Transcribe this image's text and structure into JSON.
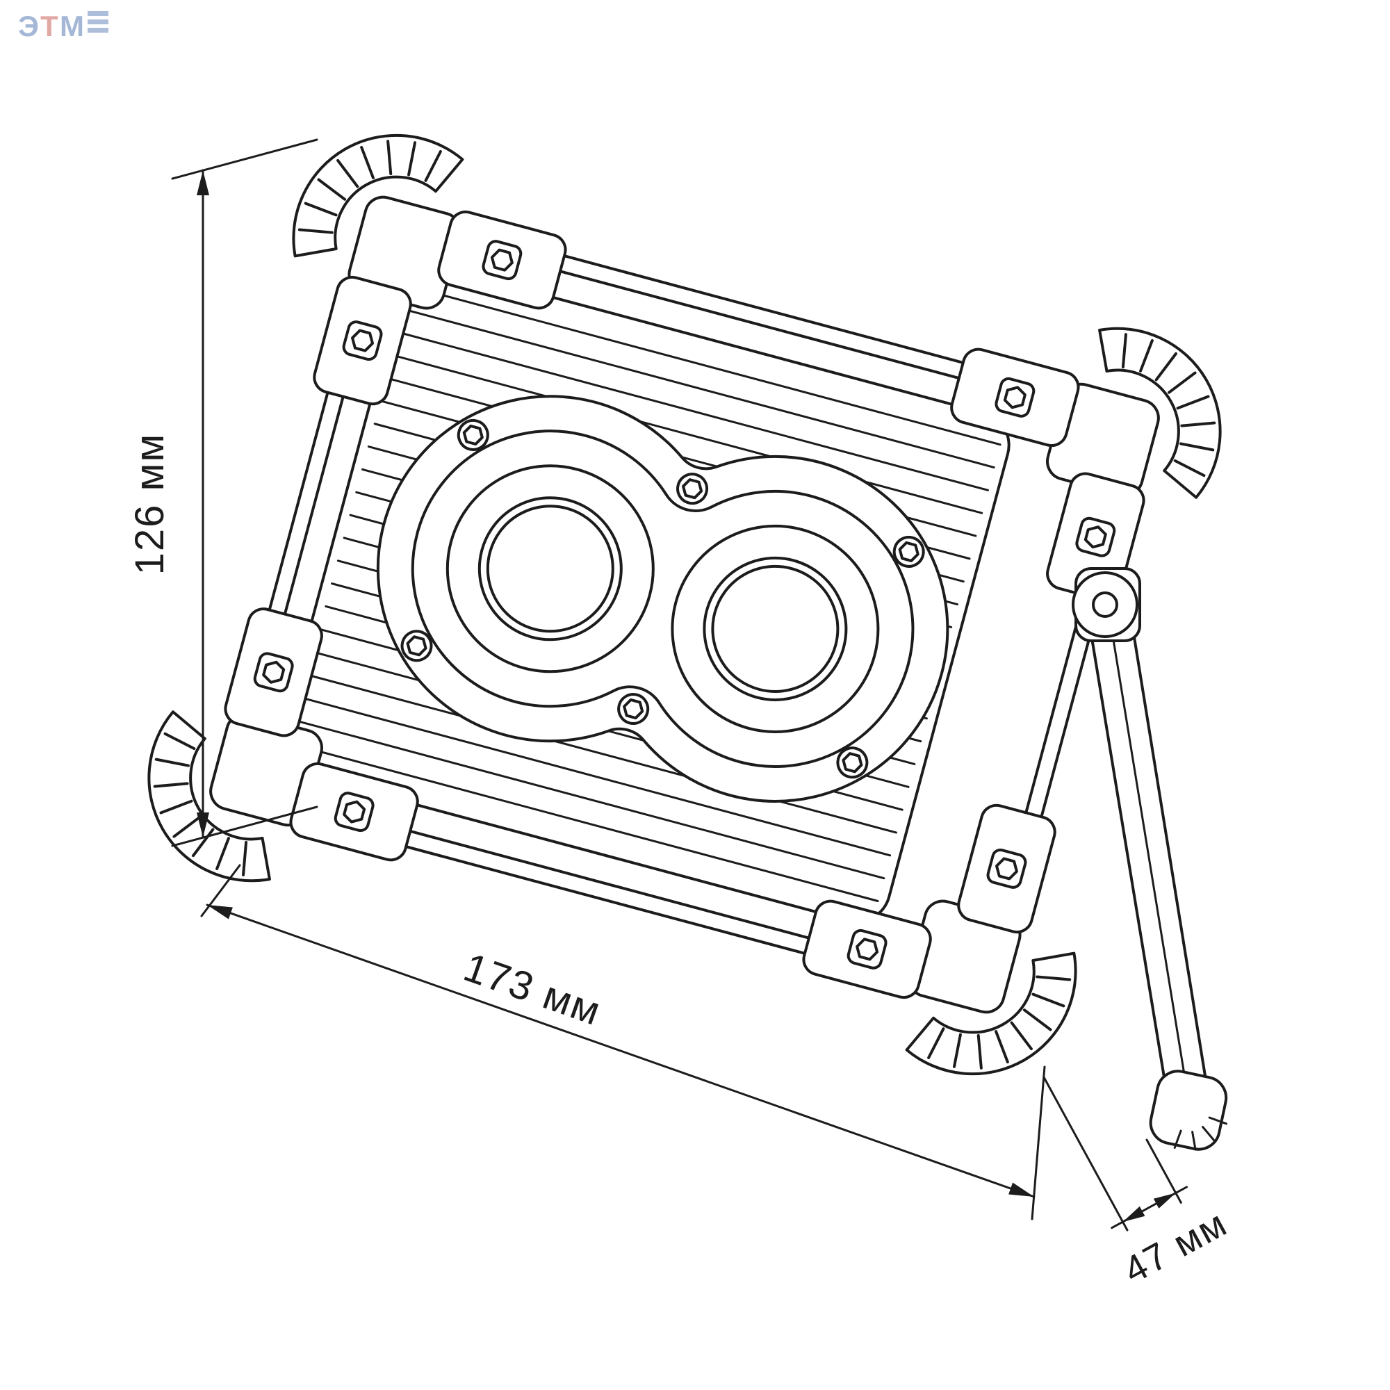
{
  "diagram": {
    "type": "dimensioned technical line drawing",
    "subject": "portable dual-lens LED work light (floodlight) in three-quarter view with corner rubber bumpers and fold-out stand",
    "dimensions": {
      "height_label": "126 мм",
      "width_label": "173 мм",
      "depth_label": "47 мм"
    },
    "watermark": {
      "letter1": "Э",
      "letter2": "Т",
      "letter3": "М"
    },
    "colors": {
      "line": "#1c1c1c",
      "background": "#ffffff",
      "watermark_blue": "#4a6fae",
      "watermark_red": "#c4524a"
    }
  }
}
